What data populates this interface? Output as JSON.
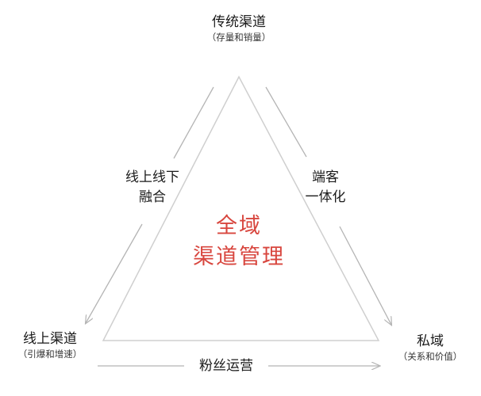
{
  "nodes": {
    "top": {
      "title": "传统渠道",
      "subtitle": "（存量和销量）"
    },
    "left": {
      "title": "线上渠道",
      "subtitle": "（引爆和增速）"
    },
    "right": {
      "title": "私域",
      "subtitle": "（关系和价值）"
    }
  },
  "edges": {
    "left": {
      "line1": "线上线下",
      "line2": "融合"
    },
    "right": {
      "line1": "端客",
      "line2": "一体化"
    },
    "bottom": {
      "label": "粉丝运营"
    }
  },
  "center": {
    "line1": "全域",
    "line2": "渠道管理"
  },
  "colors": {
    "triangle": "#cfcfcf",
    "arrow": "#b4b4b4",
    "center_text": "#d8463e",
    "text": "#1a1a1a"
  }
}
